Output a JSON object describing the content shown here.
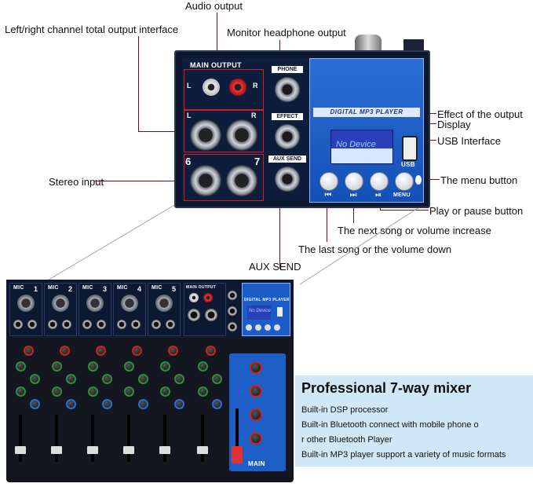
{
  "callouts": {
    "audio_output": "Audio output",
    "lr_total_output": "Left/right channel total output interface",
    "monitor_headphone": "Monitor headphone output",
    "effect_output": "Effect of the output",
    "display": "Display",
    "usb_interface": "USB Interface",
    "stereo_input": "Stereo input",
    "menu_button": "The menu button",
    "play_pause": "Play or pause button",
    "next_song": "The next song or volume increase",
    "last_song": "The last song or the volume down",
    "aux_send": "AUX SEND"
  },
  "zoom_panel": {
    "main_output": "MAIN OUTPUT",
    "phone": "PHONE",
    "effect": "EFFECT",
    "aux_send": "AUX SEND",
    "left": "L",
    "right": "R",
    "ch6": "6",
    "ch7": "7",
    "mp3_title": "DIGITAL MP3 PLAYER",
    "lcd_text": "No Device",
    "usb": "USB",
    "prev_icon": "⏮",
    "next_icon": "⏭",
    "play_icon": "⏯",
    "menu": "MENU"
  },
  "mixer": {
    "channels": [
      "1",
      "2",
      "3",
      "4",
      "5"
    ],
    "mic": "MIC",
    "main_output": "MAIN OUTPUT",
    "mp3_title": "DIGITAL MP3 PLAYER",
    "lcd_text": "No Device",
    "main": "MAIN"
  },
  "info": {
    "title": "Professional 7-way mixer",
    "lines": [
      "Built-in DSP processor",
      "Built-in Bluetooth connect with mobile phone o",
      "r other Bluetooth Player",
      "Built-in MP3 player support a variety of music formats"
    ]
  },
  "colors": {
    "line": "#6b0f12",
    "panel_blue": "#1450b6",
    "info_bg": "#cfe7f7"
  }
}
